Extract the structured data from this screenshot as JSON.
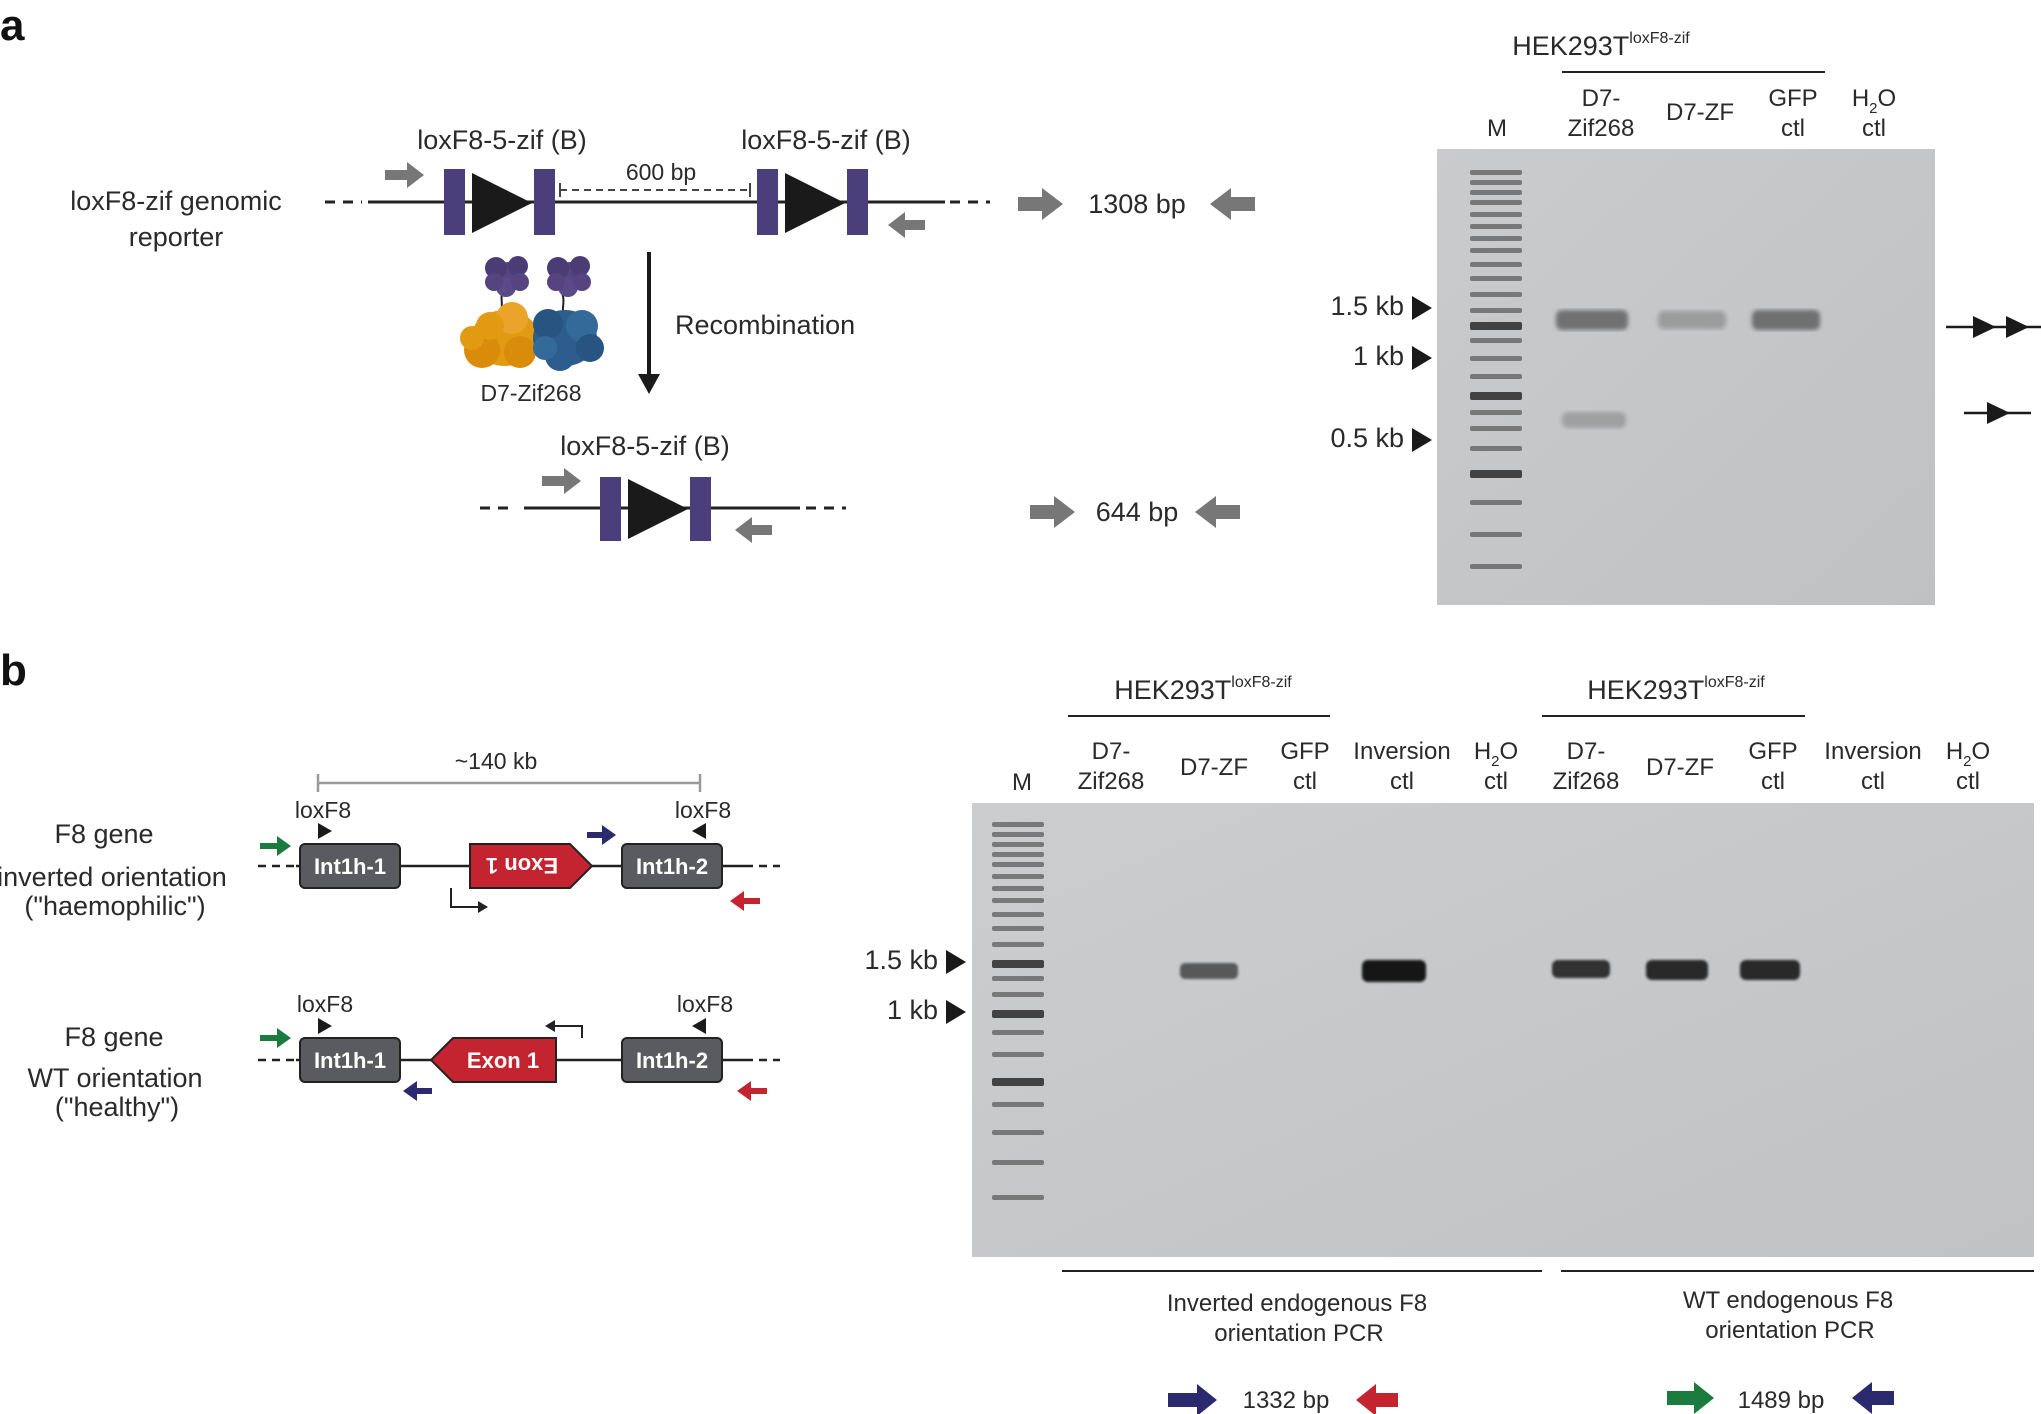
{
  "colors": {
    "purple_box": "#4a3f7a",
    "arrow_gray": "#777777",
    "exon_red": "#c42430",
    "int_gray": "#595b60",
    "green_primer": "#1b7a3e",
    "navy_primer": "#2b2a6e",
    "red_primer": "#c42430",
    "gel_bg": "#c4c6c8",
    "protein_orange": "#e39a13",
    "protein_blue": "#2d5d8c",
    "protein_purple": "#55447f"
  },
  "panel_a": {
    "letter": "a",
    "reporter_label_line1": "loxF8-zif genomic",
    "reporter_label_line2": "reporter",
    "site_left": "loxF8-5-zif (B)",
    "site_right": "loxF8-5-zif (B)",
    "spacer": "600 bp",
    "recombination": "Recombination",
    "protein": "D7-Zif268",
    "product_site": "loxF8-5-zif (B)",
    "size_full": "1308 bp",
    "size_product": "644 bp",
    "gel": {
      "cell_line_base": "HEK293T",
      "cell_line_sup": "loxF8-zif",
      "marker": "M",
      "lanes": [
        {
          "line1": "D7-",
          "line2": "Zif268"
        },
        {
          "line1": "D7-ZF",
          "line2": ""
        },
        {
          "line1": "GFP",
          "line2": "ctl"
        },
        {
          "line1": "H",
          "sub": "2",
          "line1_end": "O",
          "line2": "ctl"
        }
      ],
      "ladder_labels": [
        "1.5 kb",
        "1 kb",
        "0.5 kb"
      ]
    }
  },
  "panel_b": {
    "letter": "b",
    "distance": "~140 kb",
    "loxf8": "loxF8",
    "inverted": {
      "line1": "F8 gene",
      "line2": "inverted orientation",
      "line3": "(\"haemophilic\")"
    },
    "wt": {
      "line1": "F8 gene",
      "line2": "WT orientation",
      "line3": "(\"healthy\")"
    },
    "int1": "Int1h-1",
    "int2": "Int1h-2",
    "exon": "Exon 1",
    "gel": {
      "cell_line_base": "HEK293T",
      "cell_line_sup": "loxF8-zif",
      "marker": "M",
      "lanes": [
        {
          "line1": "D7-",
          "line2": "Zif268"
        },
        {
          "line1": "D7-ZF",
          "line2": ""
        },
        {
          "line1": "GFP",
          "line2": "ctl"
        },
        {
          "line1": "Inversion",
          "line2": "ctl"
        },
        {
          "line1": "H",
          "sub": "2",
          "line1_end": "O",
          "line2": "ctl"
        },
        {
          "line1": "D7-",
          "line2": "Zif268"
        },
        {
          "line1": "D7-ZF",
          "line2": ""
        },
        {
          "line1": "GFP",
          "line2": "ctl"
        },
        {
          "line1": "Inversion",
          "line2": "ctl"
        },
        {
          "line1": "H",
          "sub": "2",
          "line1_end": "O",
          "line2": "ctl"
        }
      ],
      "ladder_labels": [
        "1.5 kb",
        "1 kb"
      ]
    },
    "pcr_inverted": {
      "line1": "Inverted endogenous F8",
      "line2": "orientation PCR",
      "size": "1332 bp"
    },
    "pcr_wt": {
      "line1": "WT endogenous F8",
      "line2": "orientation PCR",
      "size": "1489 bp"
    }
  }
}
